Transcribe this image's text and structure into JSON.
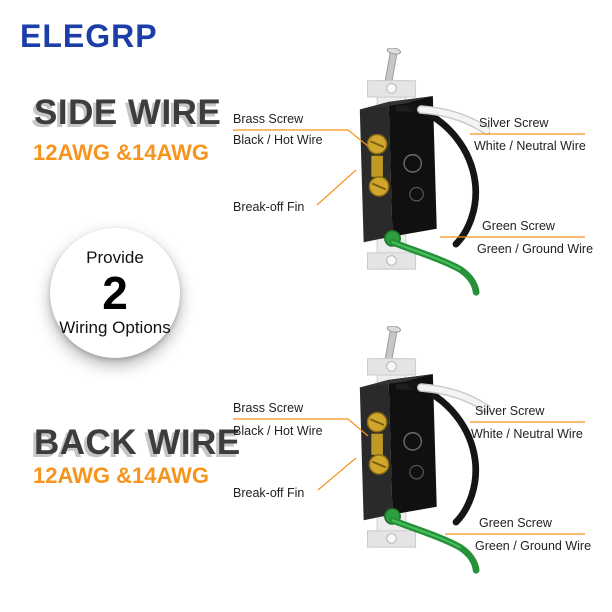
{
  "logo": {
    "text": "ELEGRP"
  },
  "badge": {
    "line1": "Provide",
    "number": "2",
    "line2": "Wiring Options"
  },
  "sections": {
    "side": {
      "title": "SIDE WIRE",
      "subtitle": "12AWG &14AWG",
      "labels": {
        "brass_screw": "Brass Screw",
        "black_hot": "Black / Hot Wire",
        "break_off": "Break-off Fin",
        "silver_screw": "Silver Screw",
        "white_neutral": "White / Neutral Wire",
        "green_screw": "Green Screw",
        "green_ground": "Green / Ground Wire"
      }
    },
    "back": {
      "title": "BACK WIRE",
      "subtitle": "12AWG &14AWG",
      "labels": {
        "brass_screw": "Brass Screw",
        "black_hot": "Black / Hot Wire",
        "break_off": "Break-off Fin",
        "silver_screw": "Silver Screw",
        "white_neutral": "White / Neutral Wire",
        "green_screw": "Green Screw",
        "green_ground": "Green / Ground Wire"
      }
    }
  },
  "colors": {
    "brand_blue": "#1C3EA8",
    "accent_orange": "#F7941D",
    "title_gray": "#3D3D3D",
    "wire_green": "#2E9E3A",
    "brass": "#D1A62C"
  }
}
